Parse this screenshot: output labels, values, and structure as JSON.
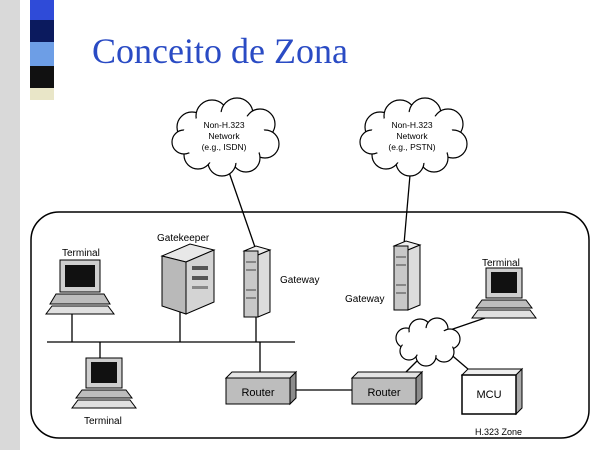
{
  "slide": {
    "title": "Conceito de Zona",
    "colors": {
      "title": "#2a4bc4",
      "left_bar": "#d9d9d9"
    }
  },
  "diagram": {
    "clouds": [
      {
        "line1": "Non-H.323",
        "line2": "Network",
        "line3": "(e.g., ISDN)"
      },
      {
        "line1": "Non-H.323",
        "line2": "Network",
        "line3": "(e.g., PSTN)"
      }
    ],
    "zone_label": "H.323 Zone",
    "gatekeeper_label": "Gatekeeper",
    "gateway_left_label": "Gateway",
    "gateway_right_label": "Gateway",
    "terminal_top_left_label": "Terminal",
    "terminal_bottom_left_label": "Terminal",
    "terminal_right_label": "Terminal",
    "router_left_label": "Router",
    "router_right_label": "Router",
    "mcu_label": "MCU"
  }
}
